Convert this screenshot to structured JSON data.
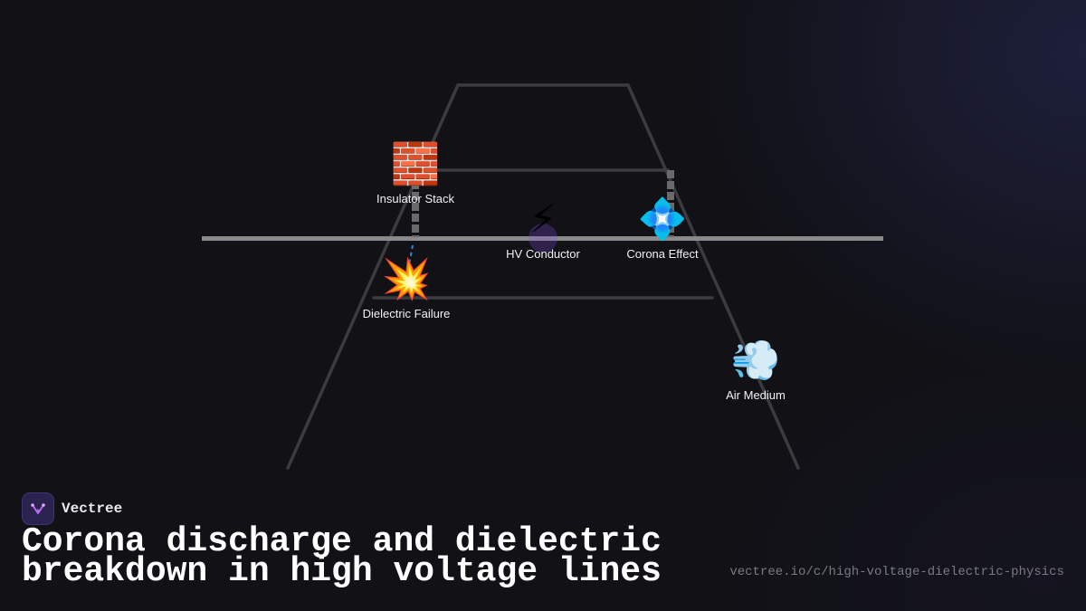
{
  "nodes": {
    "insulator": {
      "icon": "brick-icon",
      "glyph": "🧱",
      "label": "Insulator Stack"
    },
    "conductor": {
      "icon": "lightning-icon",
      "glyph": "⚡",
      "label": "HV Conductor"
    },
    "corona": {
      "icon": "diamond-with-dot-icon",
      "glyph": "💠",
      "label": "Corona Effect"
    },
    "failure": {
      "icon": "collision-icon",
      "glyph": "💥",
      "label": "Dielectric Failure"
    },
    "air": {
      "icon": "dash-wind-icon",
      "glyph": "💨",
      "label": "Air Medium"
    }
  },
  "brand": {
    "name": "Vectree",
    "logo_icon": "vectree-logo-icon"
  },
  "title": "Corona discharge and dielectric breakdown in high voltage lines",
  "url": "vectree.io/c/high-voltage-dielectric-physics",
  "colors": {
    "background": "#111116",
    "tower_line": "#3c3c40",
    "conductor_line": "#8a8a8a",
    "insulator": "#6a6a6a",
    "spark": "#2d8bd6",
    "brand_logo_bg": "#2a2350",
    "url_text": "#7a7a82"
  }
}
